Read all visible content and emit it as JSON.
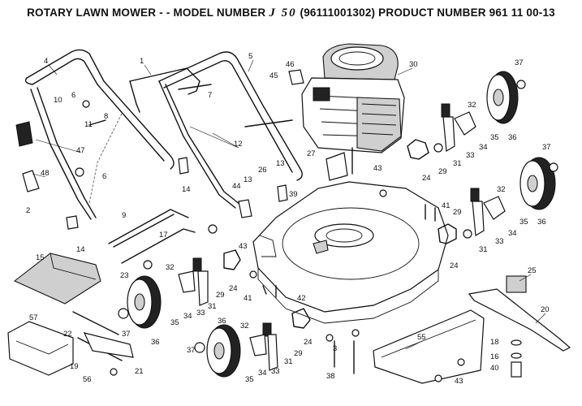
{
  "title": {
    "prefix": "ROTARY LAWN MOWER - - MODEL NUMBER",
    "model": "J 50",
    "suffix": "(96111001302) PRODUCT NUMBER 961 11 00-13"
  },
  "callouts": [
    "1",
    "2",
    "3",
    "4",
    "5",
    "6",
    "7",
    "8",
    "9",
    "10",
    "11",
    "12",
    "13",
    "14",
    "15",
    "16",
    "17",
    "18",
    "19",
    "20",
    "21",
    "22",
    "23",
    "24",
    "25",
    "26",
    "27",
    "29",
    "30",
    "31",
    "32",
    "33",
    "34",
    "35",
    "36",
    "37",
    "38",
    "39",
    "40",
    "41",
    "42",
    "43",
    "44",
    "45",
    "46",
    "47",
    "48",
    "55",
    "56",
    "57"
  ]
}
